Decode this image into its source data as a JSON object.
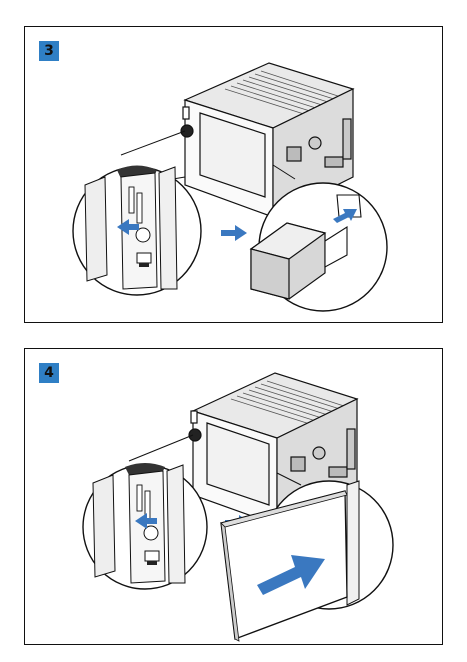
{
  "steps": [
    {
      "number": "3"
    },
    {
      "number": "4"
    }
  ],
  "colors": {
    "badge": "#2f7fc5",
    "arrow": "#3a78c0",
    "line": "#111111",
    "device_shade": "#d7d7d7"
  },
  "icons": [
    "head-unit-device",
    "usb-connector",
    "sd-card",
    "open-cover-arrow",
    "insert-arrow"
  ]
}
